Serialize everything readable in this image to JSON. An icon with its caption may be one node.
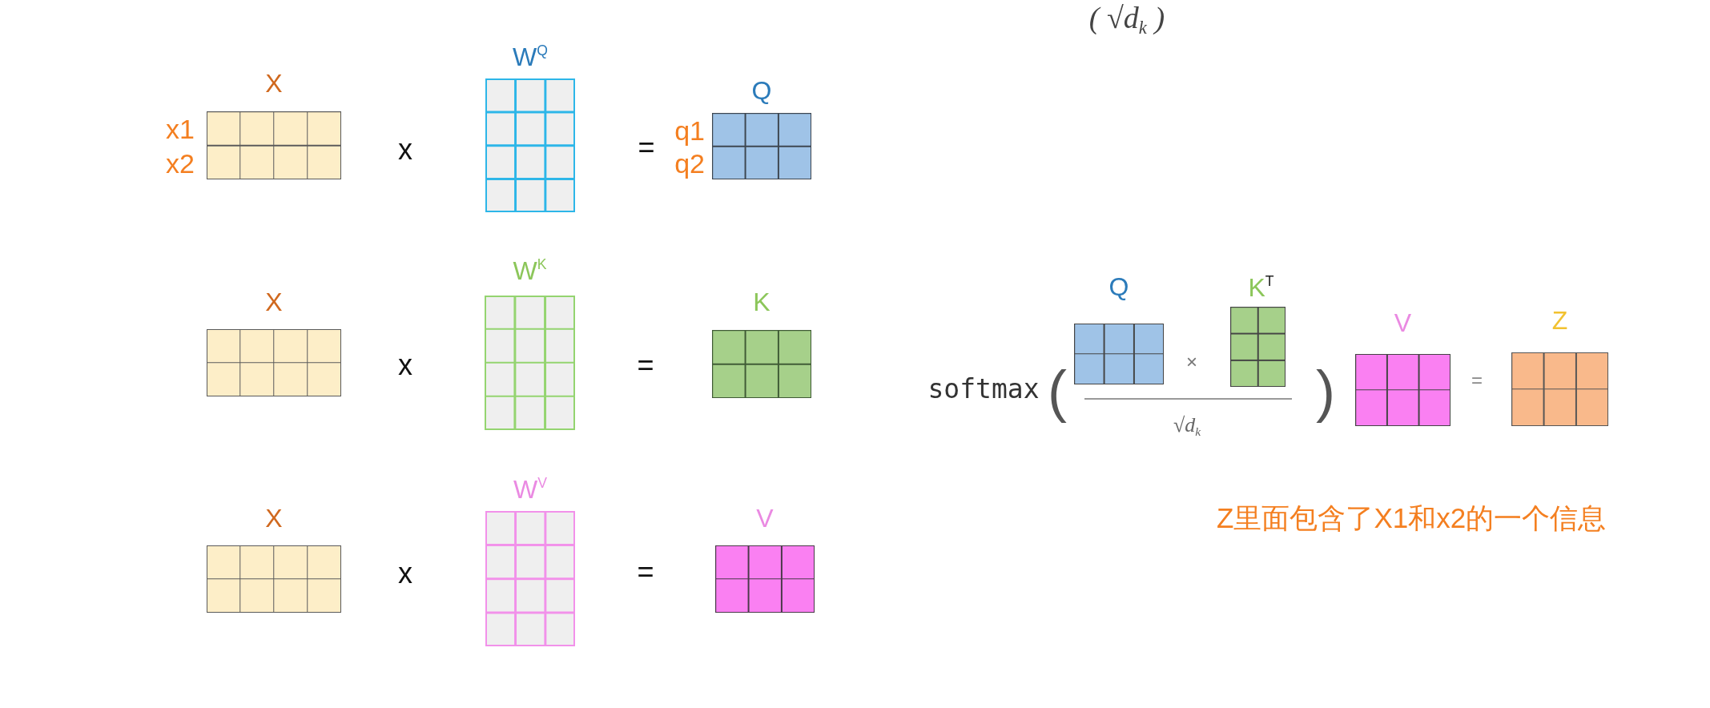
{
  "diagram": {
    "nodes": [
      {
        "text": [
          "X"
        ],
        "beside": [
          "x1",
          "x2"
        ]
      },
      {
        "text": [
          "W$^{Q}$"
        ]
      },
      {
        "text": [
          "Q"
        ],
        "beside": [
          "q1",
          "q2"
        ]
      },
      {
        "text": [
          "X"
        ]
      },
      {
        "text": [
          "W$^{K}$"
        ]
      },
      {
        "text": [
          "K"
        ]
      },
      {
        "text": [
          "X"
        ]
      },
      {
        "text": [
          "W$^{V}$"
        ]
      },
      {
        "text": [
          "V"
        ]
      },
      {
        "text": [
          "Q"
        ]
      },
      {
        "text": [
          "K$^{T}$"
        ]
      },
      {
        "text": [
          "V"
        ]
      },
      {
        "text": [
          "Z"
        ]
      }
    ],
    "labels": [
      "( √d$_{k}$ )",
      "x",
      "=",
      "x",
      "=",
      "x",
      "=",
      "softmax",
      "(",
      "×",
      "√d$_{k}$",
      ")",
      "=",
      "Z里面包含了X1和x2的一个信息"
    ]
  }
}
